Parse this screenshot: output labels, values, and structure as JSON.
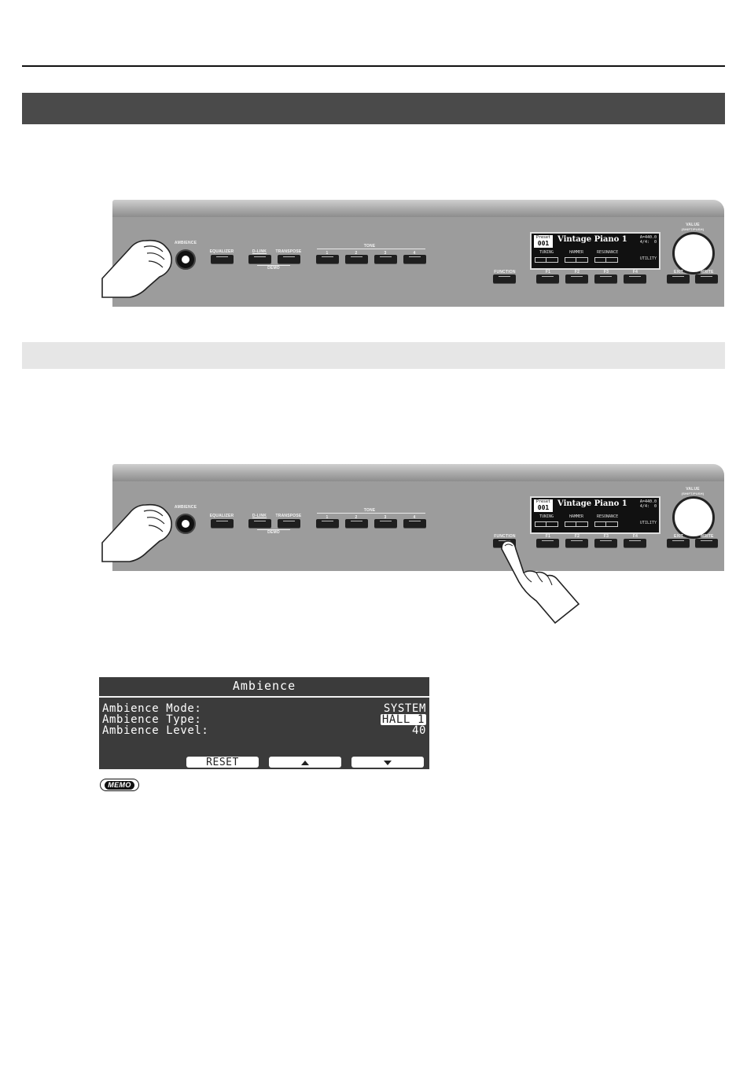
{
  "panel": {
    "labels": {
      "ambience": "AMBIENCE",
      "equalizer": "EQUALIZER",
      "dual": "D-LINK",
      "transpose": "TRANSPOSE",
      "demo": "DEMO",
      "tone": "TONE",
      "tone_1": "1",
      "tone_2": "2",
      "tone_3": "3",
      "tone_4": "4",
      "function": "FUNCTION",
      "f1": "F1",
      "f2": "F2",
      "f3": "F3",
      "f4": "F4",
      "value": "VALUE",
      "value_sub": "(SHIFT/PUSH)",
      "exit": "EXIT",
      "write": "WRITE"
    },
    "lcd": {
      "preset_label": "Preset",
      "preset_number": "001",
      "tone_name": "Vintage Piano 1",
      "status_line1": "A=440.0",
      "status_line2": "4/4:  0",
      "fn1": "TUNING",
      "fn2": "HAMMER",
      "fn3": "RESONANCE",
      "utility": "UTILITY"
    }
  },
  "screen": {
    "title": "Ambience",
    "rows": [
      {
        "label": "Ambience Mode:",
        "value": "SYSTEM",
        "selected": false
      },
      {
        "label": "Ambience Type:",
        "value": "HALL 1",
        "selected": true
      },
      {
        "label": "Ambience Level:",
        "value": "40",
        "selected": false
      }
    ],
    "fkeys": {
      "f2": "RESET"
    }
  },
  "memo_label": "MEMO"
}
